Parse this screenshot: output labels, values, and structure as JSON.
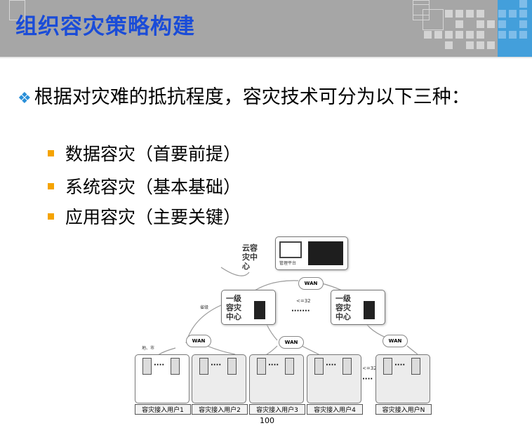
{
  "title": "组织容灾策略构建",
  "bullet": "根据对灾难的抵抗程度，容灾技术可分为以下三种：",
  "sub_items": [
    "数据容灾（首要前提）",
    "系统容灾（基本基础）",
    "应用容灾（主要关键）"
  ],
  "diagram": {
    "cloud_center": "云容灾中心",
    "mgmt_platform": "管理平台",
    "level1_center": "一级容灾中心",
    "wan": "WAN",
    "limit": "<=32",
    "province": "省级",
    "city": "地、市",
    "users": [
      "容灾接入用户1",
      "容灾接入用户2",
      "容灾接入用户3",
      "容灾接入用户4",
      "容灾接入用户N"
    ]
  },
  "page_number": "100",
  "colors": {
    "title": "#1a4cd8",
    "header_gray": "#a6a6a6",
    "header_blue": "#439fdb",
    "bullet_marker": "#f5a300"
  }
}
